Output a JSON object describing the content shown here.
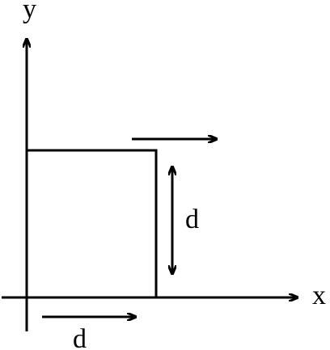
{
  "axes": {
    "x_label": "x",
    "y_label": "y"
  },
  "dimensions": {
    "height_label": "d",
    "base_label": "d"
  },
  "style": {
    "stroke_color": "#000000",
    "background": "#ffffff"
  }
}
